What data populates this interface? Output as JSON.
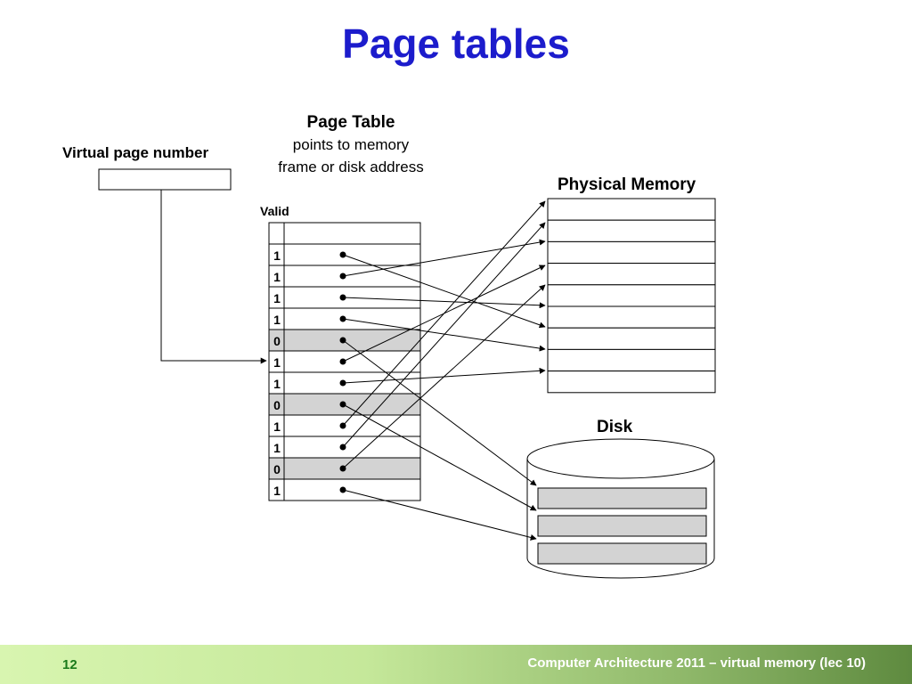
{
  "title": "Page tables",
  "page_table": {
    "title": "Page Table",
    "subtitle_line1": "points to memory",
    "subtitle_line2": "frame or disk address",
    "valid_label": "Valid",
    "valid_bits": [
      "",
      "1",
      "1",
      "1",
      "1",
      "0",
      "1",
      "1",
      "0",
      "1",
      "1",
      "0",
      "1"
    ]
  },
  "virtual_page_number_label": "Virtual page number",
  "physical_memory_label": "Physical Memory",
  "disk_label": "Disk",
  "footer": {
    "page_number": "12",
    "text": "Computer Architecture 2011 – virtual memory (lec 10)"
  },
  "colors": {
    "title": "#1c1ccc",
    "invalid_row": "#d3d3d3",
    "footer_accent": "#1a7a1a"
  }
}
